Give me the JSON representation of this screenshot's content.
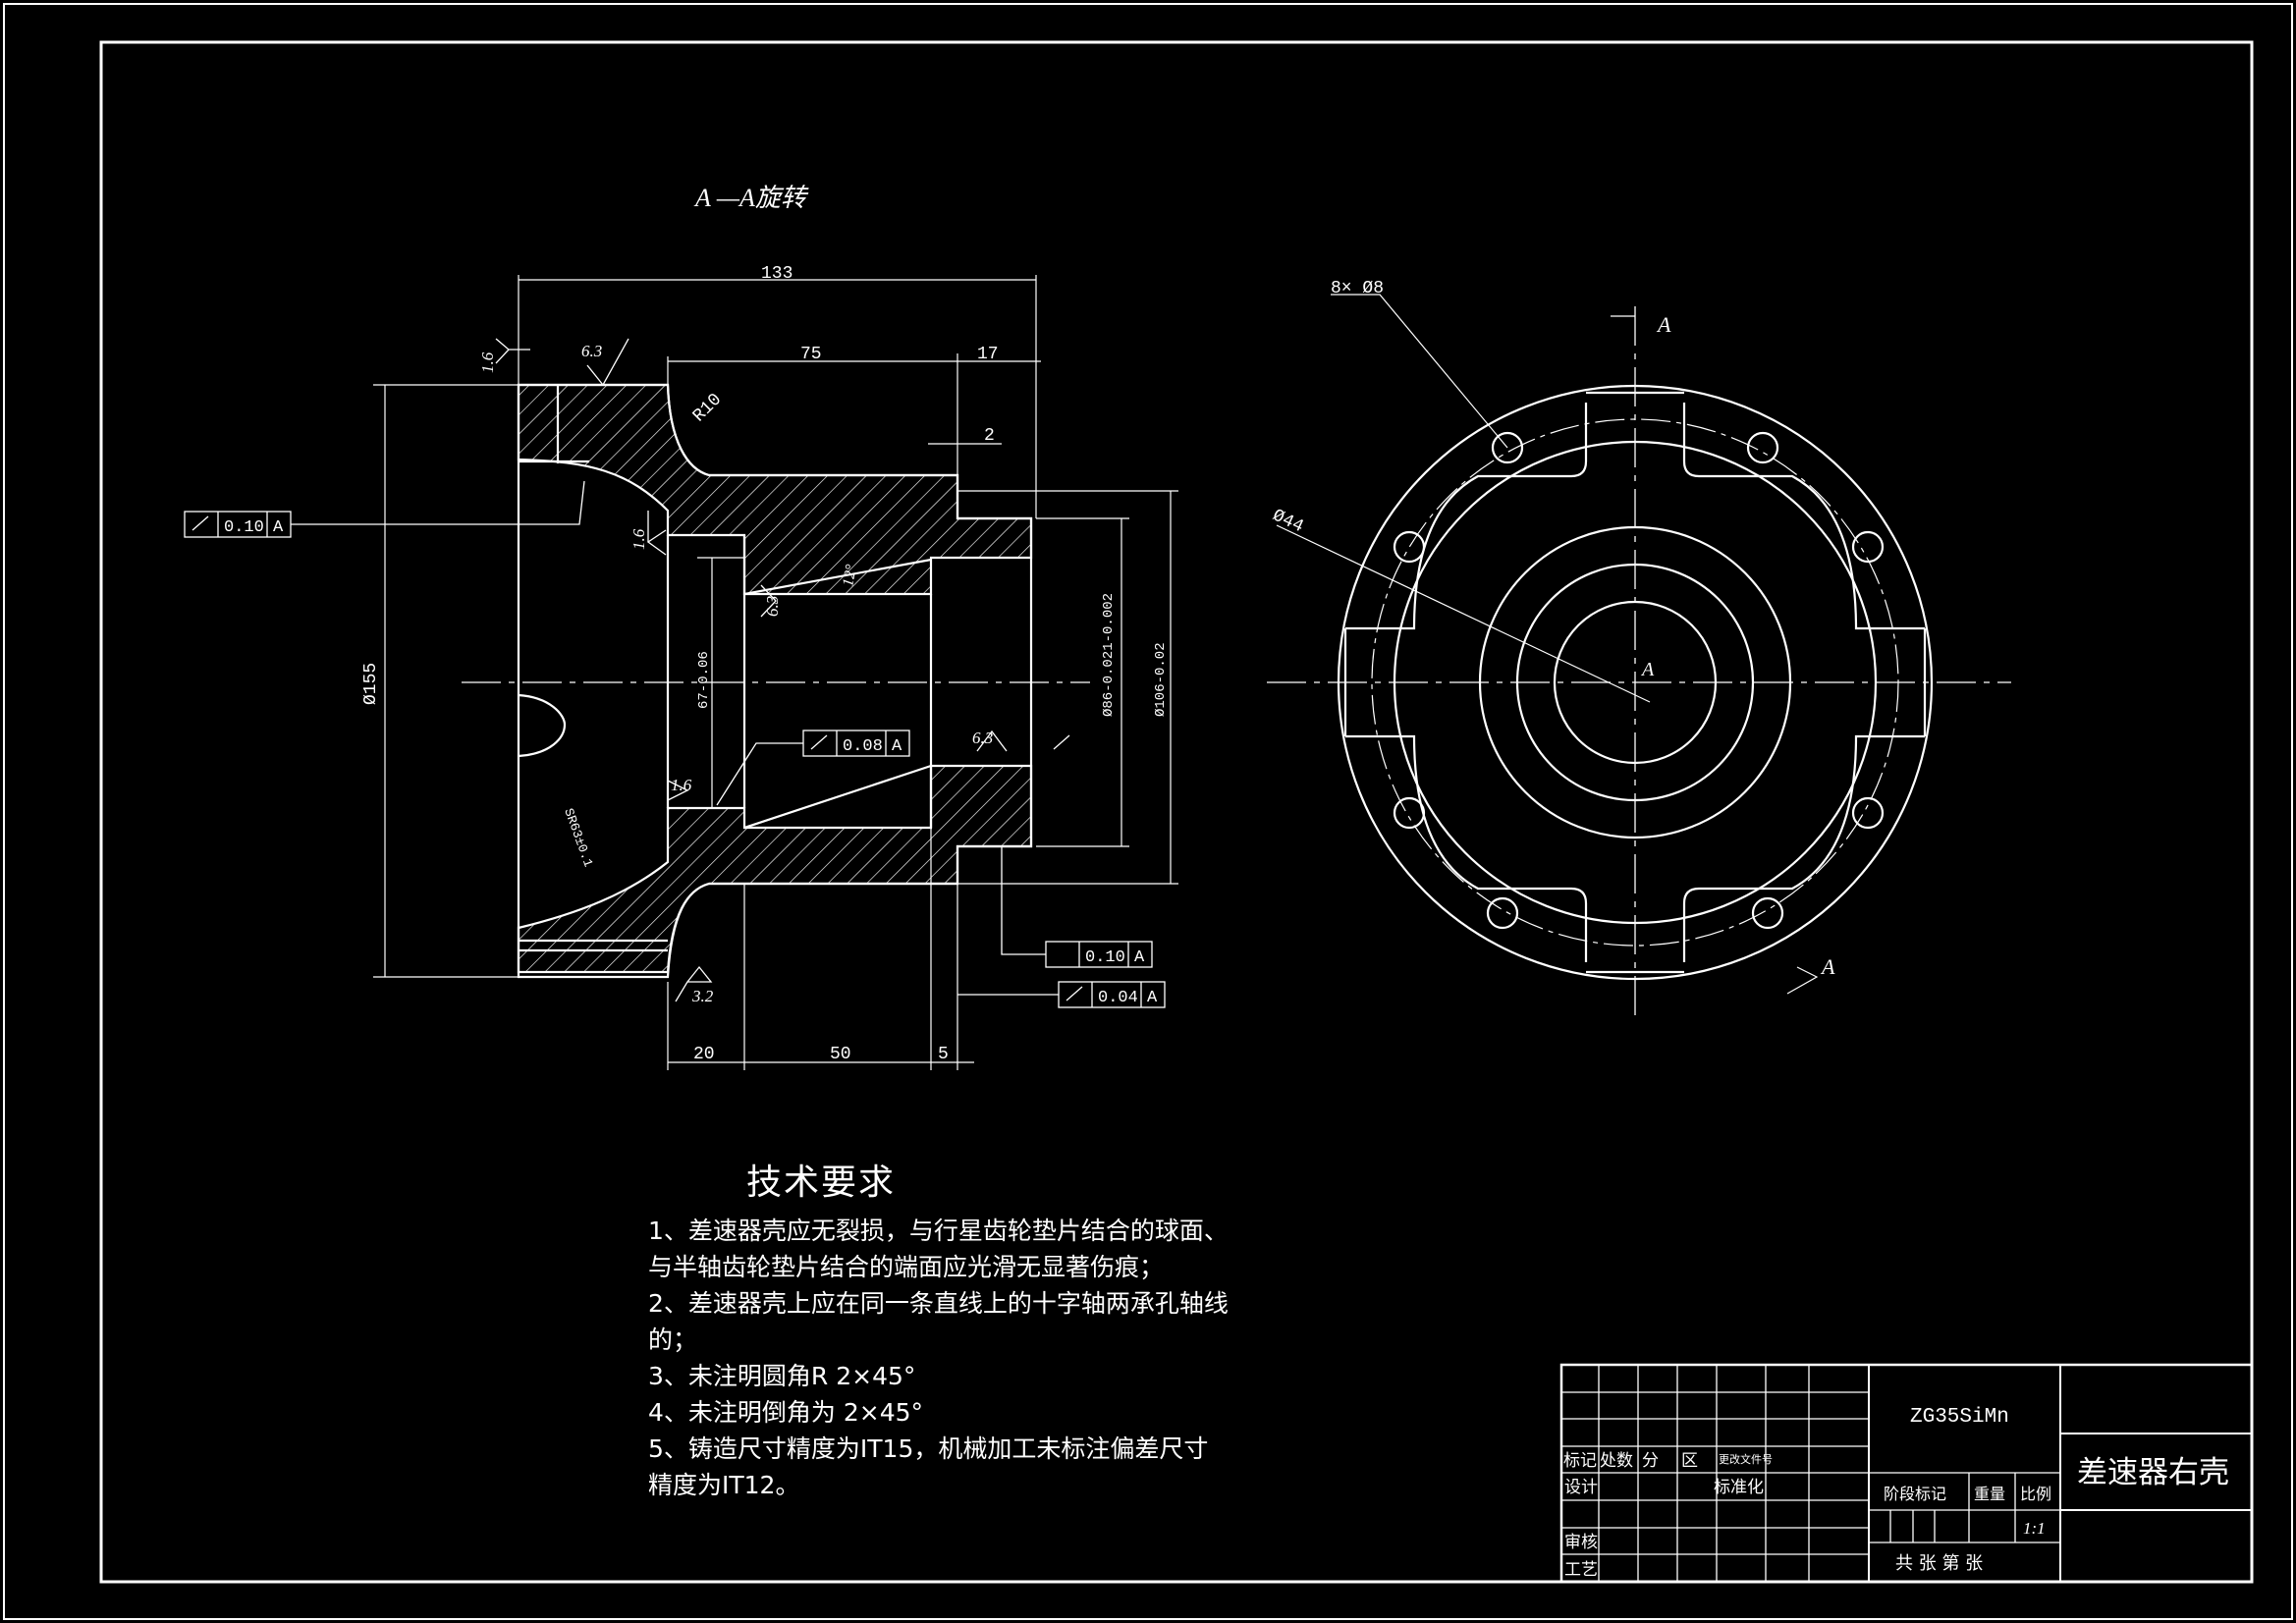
{
  "view_label": "A —A旋转",
  "dims": {
    "d133": "133",
    "d75": "75",
    "d17": "17",
    "d2": "2",
    "r10": "R10",
    "d155": "Ø155",
    "d67": "67-0.06",
    "d86": "Ø86-0.021-0.002",
    "d106": "Ø106-0.02",
    "d20": "20",
    "d50": "50",
    "d5": "5",
    "sr": "SR63±0.1",
    "angle": "12°",
    "holes": "8× Ø8",
    "pcd": "Ø44",
    "a": "A"
  },
  "roughness": [
    "1.6",
    "6.3",
    "1.6",
    "6.3",
    "1.6",
    "6.3",
    "3.2"
  ],
  "tolerances": [
    {
      "value": "0.10",
      "datum": "A"
    },
    {
      "value": "0.08",
      "datum": "A"
    },
    {
      "value": "0.10",
      "datum": "A"
    },
    {
      "value": "0.04",
      "datum": "A"
    }
  ],
  "tech": {
    "title": "技术要求",
    "lines": [
      "1、差速器壳应无裂损，与行星齿轮垫片结合的球面、",
      "与半轴齿轮垫片结合的端面应光滑无显著伤痕；",
      "2、差速器壳上应在同一条直线上的十字轴两承孔轴线",
      "的；",
      "3、未注明圆角R 2×45°",
      "4、未注明倒角为 2×45°",
      "5、铸造尺寸精度为IT15，机械加工未标注偏差尺寸",
      "精度为IT12。"
    ]
  },
  "title_block": {
    "material": "ZG35SiMn",
    "name": "差速器右壳",
    "mark_row": [
      "标记",
      "处数",
      "分",
      "区",
      "更改文件号"
    ],
    "design": "设计",
    "standard": "标准化",
    "review": "审核",
    "process": "工艺",
    "stage": "阶段标记",
    "weight": "重量",
    "scale_label": "比例",
    "scale": "1:1",
    "sheets": "共  张  第  张"
  }
}
